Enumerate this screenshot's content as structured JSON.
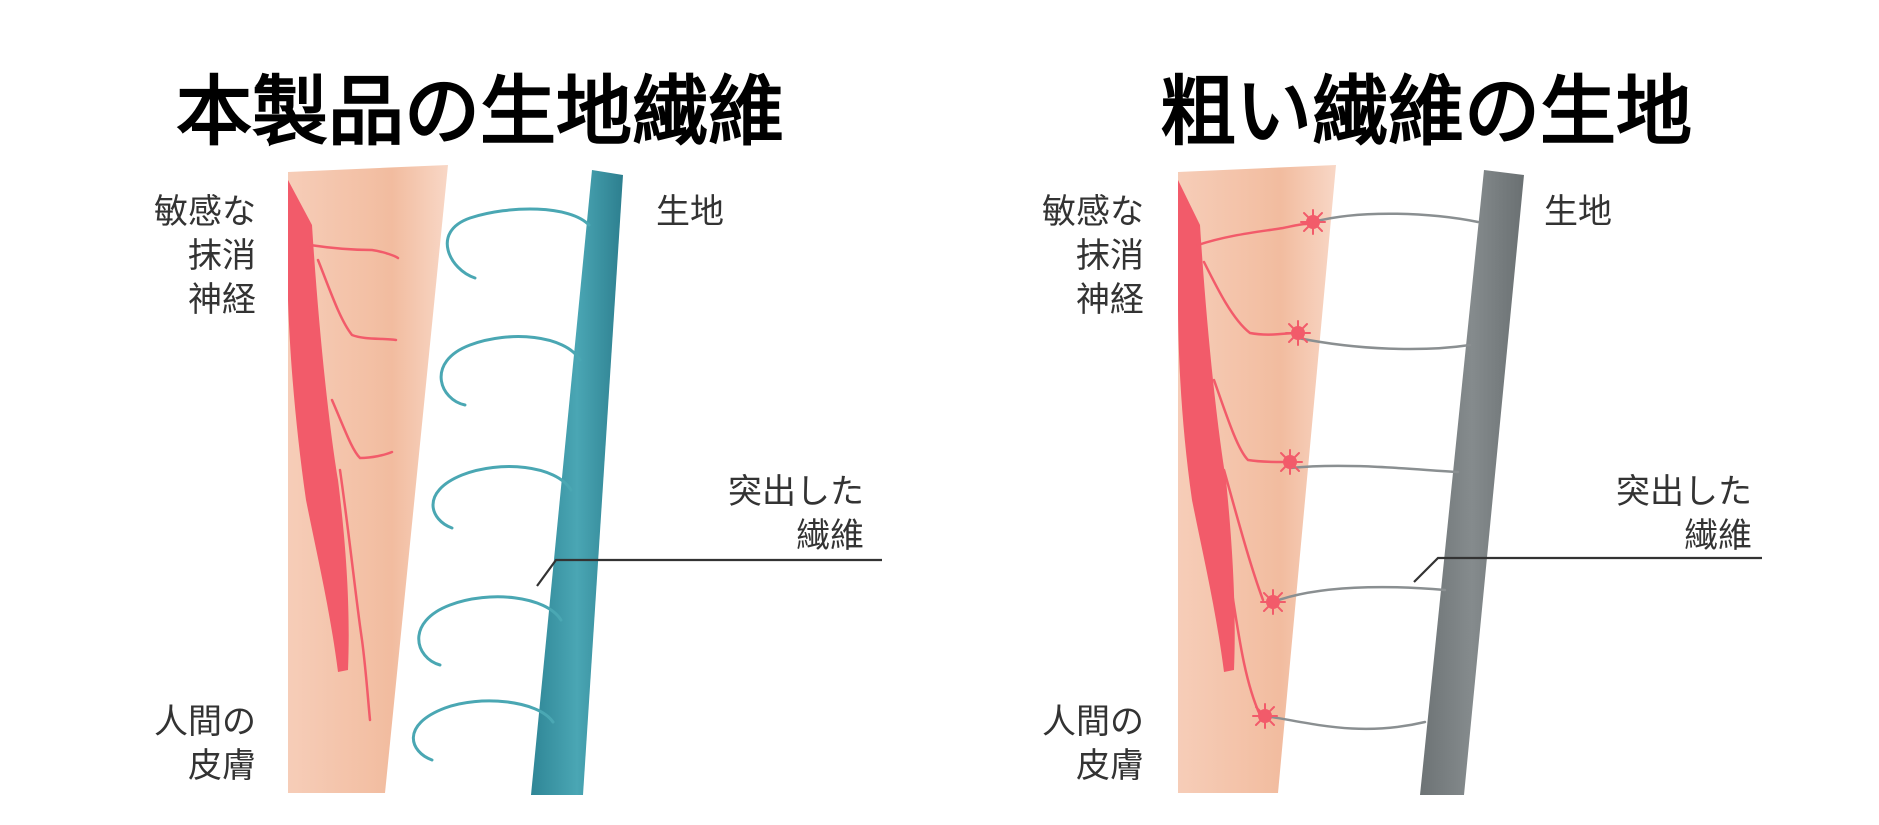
{
  "panels": [
    {
      "title": "本製品の生地繊維",
      "labels": {
        "nerve": [
          "敏感な",
          "抹消",
          "神経"
        ],
        "skin": [
          "人間の",
          "皮膚"
        ],
        "fabric": "生地",
        "protruding_fiber": [
          "突出した",
          "繊維"
        ]
      }
    },
    {
      "title": "粗い繊維の生地",
      "labels": {
        "nerve": [
          "敏感な",
          "抹消",
          "神経"
        ],
        "skin": [
          "人間の",
          "皮膚"
        ],
        "fabric": "生地",
        "protruding_fiber": [
          "突出した",
          "繊維"
        ]
      }
    }
  ],
  "colors": {
    "skin": "#f4c3aa",
    "nerve": "#f25b6a",
    "fabric_teal": "#3f9aaa",
    "fabric_gray": "#7b8183",
    "fiber_teal": "#4aa7b3",
    "fiber_gray": "#8a8f91",
    "leader_line": "#333333"
  }
}
